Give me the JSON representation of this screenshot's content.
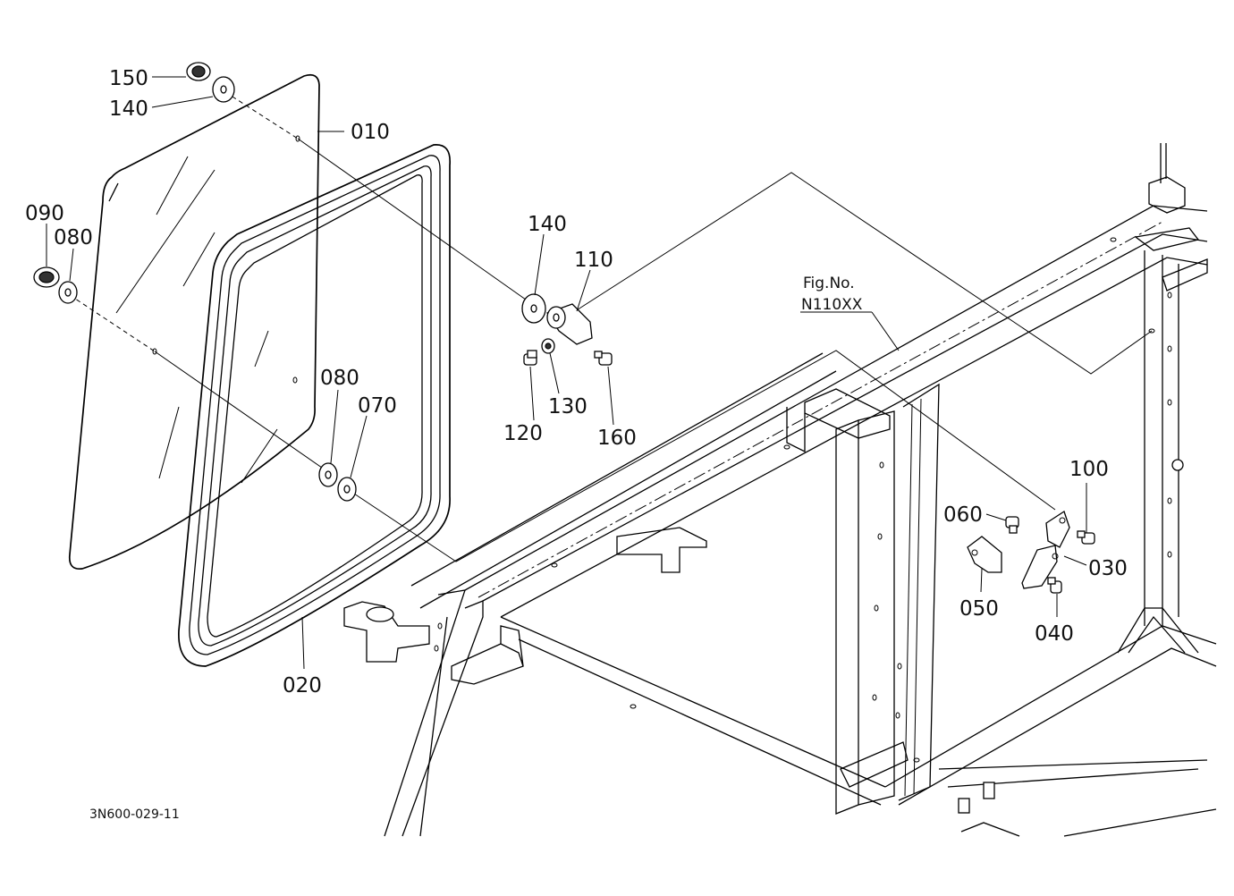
{
  "callouts": {
    "p150": "150",
    "p140a": "140",
    "p010": "010",
    "p090": "090",
    "p080a": "080",
    "p140b": "140",
    "p110": "110",
    "p120": "120",
    "p130": "130",
    "p160": "160",
    "p080b": "080",
    "p070": "070",
    "p020": "020",
    "p100": "100",
    "p060": "060",
    "p030": "030",
    "p050": "050",
    "p040": "040"
  },
  "figure_ref": {
    "label": "Fig.No.",
    "number": "N110XX"
  },
  "drawing_number": "3N600-029-11"
}
